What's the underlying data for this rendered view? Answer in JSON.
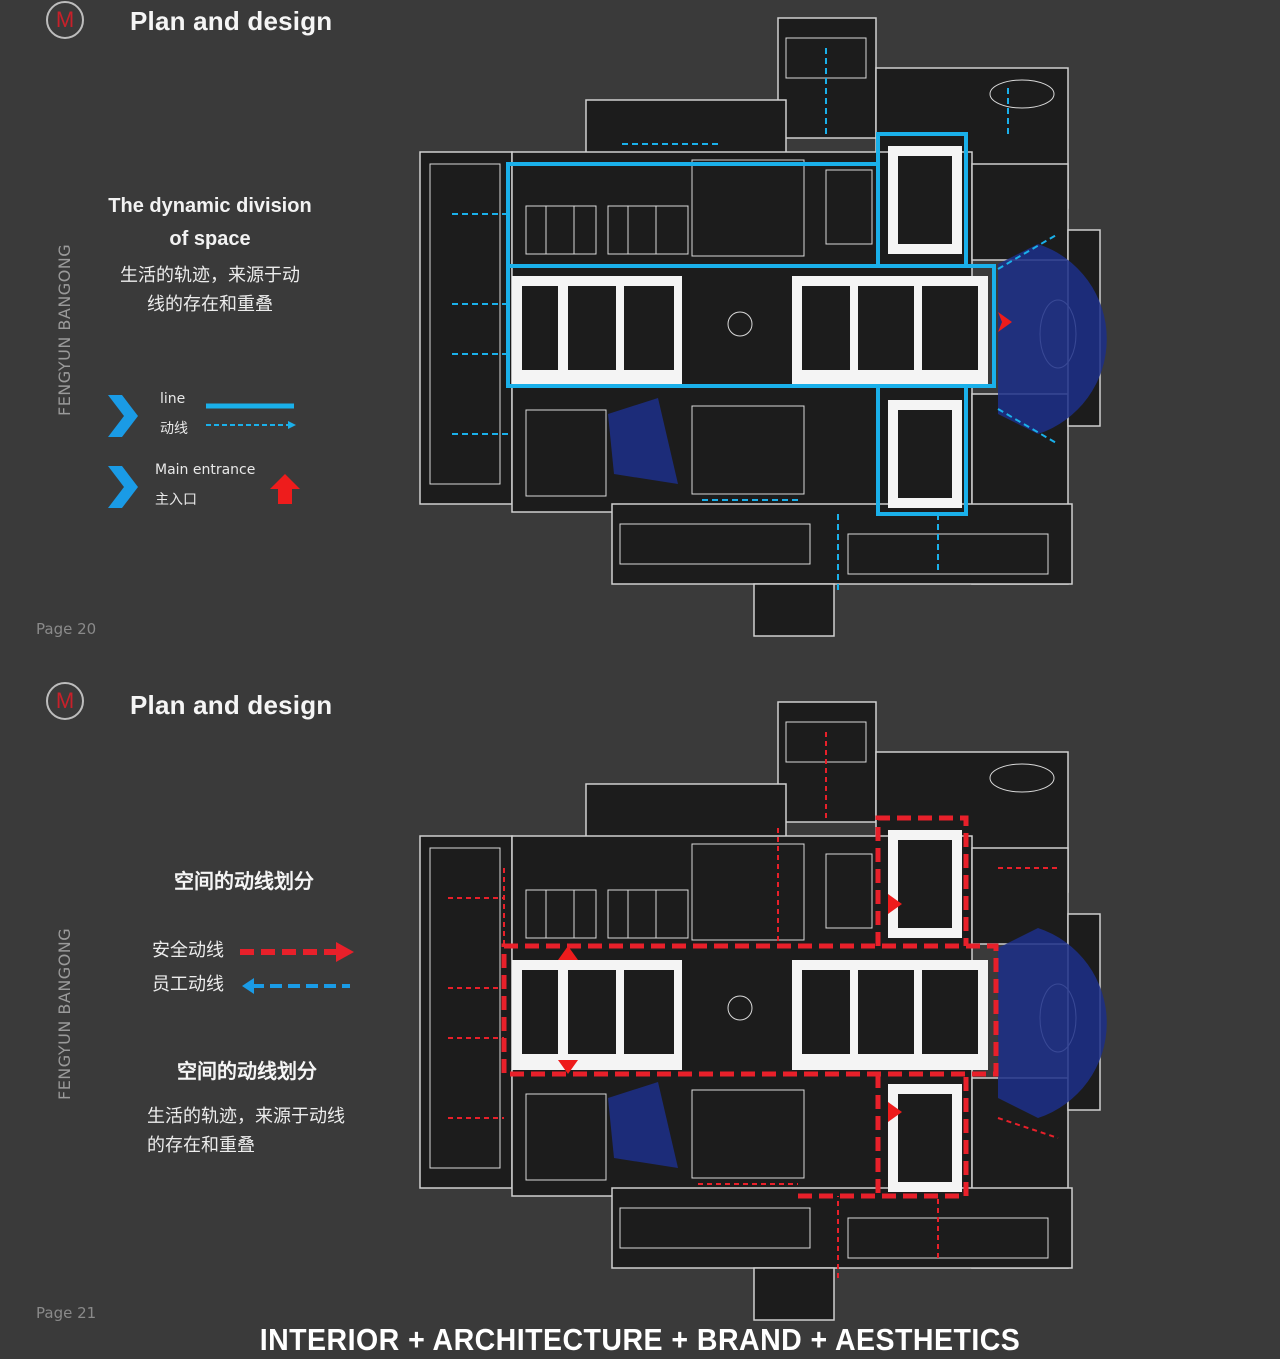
{
  "colors": {
    "background": "#3a3a3a",
    "flow_blue": "#1ab0ea",
    "accent_red": "#e8202a",
    "plan_dark": "#1c1c1c",
    "plan_line": "#d9d9d9"
  },
  "slides": [
    {
      "logo_letter": "M",
      "title": "Plan and design",
      "side_label": "FENGYUN BANGONG",
      "page": "Page 20",
      "heading_en": [
        "The dynamic division",
        "of space"
      ],
      "text_zh": [
        "生活的轨迹，来源于动",
        "线的存在和重叠"
      ],
      "legend": [
        {
          "icon": "chevron-right-icon",
          "labels": [
            "line",
            "动线"
          ],
          "symbol": "blue-solid-and-dashed-line"
        },
        {
          "icon": "chevron-right-icon",
          "labels": [
            "Main entrance",
            "主入口"
          ],
          "symbol": "red-up-arrow-icon"
        }
      ],
      "floor_plan": {
        "flow_color": "blue",
        "style": "solid-loop-with-dashed-branches"
      }
    },
    {
      "logo_letter": "M",
      "title": "Plan and design",
      "side_label": "FENGYUN BANGONG",
      "page": "Page 21",
      "heading_zh_1": "空间的动线划分",
      "legend": [
        {
          "label": "安全动线",
          "symbol": "red-dashed-arrow-right"
        },
        {
          "label": "员工动线",
          "symbol": "blue-dashed-arrow-left"
        }
      ],
      "heading_zh_2": "空间的动线划分",
      "text_zh": [
        "生活的轨迹，来源于动线",
        "的存在和重叠"
      ],
      "floor_plan": {
        "flow_color": "red",
        "style": "dashed-loop-with-arrows"
      }
    }
  ],
  "footer": "INTERIOR + ARCHITECTURE + BRAND + AESTHETICS"
}
